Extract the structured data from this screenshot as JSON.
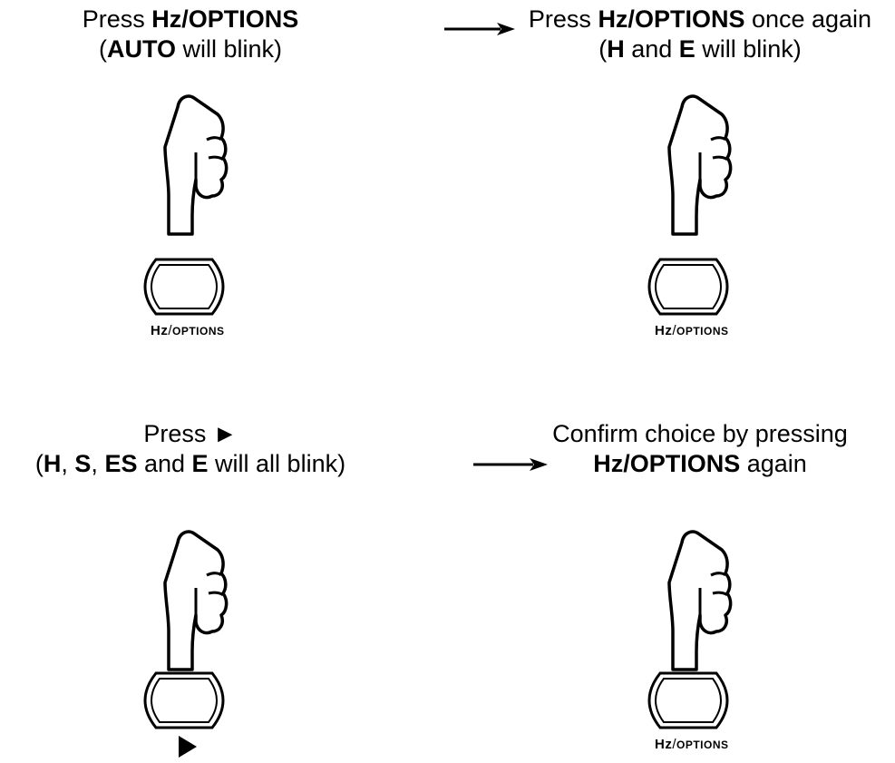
{
  "steps": [
    {
      "line1": [
        {
          "t": "Press ",
          "b": false
        },
        {
          "t": "Hz/OPTIONS",
          "b": true
        }
      ],
      "line2": [
        {
          "t": "(",
          "b": false
        },
        {
          "t": "AUTO",
          "b": true
        },
        {
          "t": " will blink)",
          "b": false
        }
      ],
      "button_label": {
        "main": "Hz",
        "sep": "/",
        "rest": "OPTIONS"
      }
    },
    {
      "line1": [
        {
          "t": "Press ",
          "b": false
        },
        {
          "t": "Hz/OPTIONS",
          "b": true
        },
        {
          "t": " once again",
          "b": false
        }
      ],
      "line2": [
        {
          "t": "(",
          "b": false
        },
        {
          "t": "H",
          "b": true
        },
        {
          "t": " and ",
          "b": false
        },
        {
          "t": "E",
          "b": true
        },
        {
          "t": " will blink)",
          "b": false
        }
      ],
      "button_label": {
        "main": "Hz",
        "sep": "/",
        "rest": "OPTIONS"
      }
    },
    {
      "line1": [
        {
          "t": "Press ►",
          "b": false
        }
      ],
      "line2": [
        {
          "t": "(",
          "b": false
        },
        {
          "t": "H",
          "b": true
        },
        {
          "t": ", ",
          "b": false
        },
        {
          "t": "S",
          "b": true
        },
        {
          "t": ", ",
          "b": false
        },
        {
          "t": "ES",
          "b": true
        },
        {
          "t": " and ",
          "b": false
        },
        {
          "t": "E",
          "b": true
        },
        {
          "t": " will all blink)",
          "b": false
        }
      ],
      "button_label": null
    },
    {
      "line1": [
        {
          "t": "Confirm choice by pressing",
          "b": false
        }
      ],
      "line2": [
        {
          "t": "Hz/OPTIONS",
          "b": true
        },
        {
          "t": " again",
          "b": false
        }
      ],
      "button_label": {
        "main": "Hz",
        "sep": "/",
        "rest": "OPTIONS"
      }
    }
  ],
  "icons": {
    "hand": "pointing-hand-icon",
    "button": "rounded-button-icon",
    "arrow": "right-arrow-icon",
    "play": "play-triangle-icon"
  }
}
